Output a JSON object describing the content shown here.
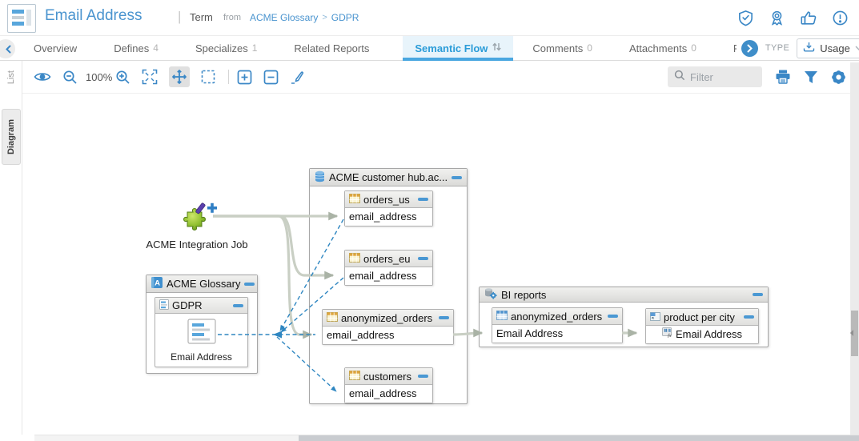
{
  "header": {
    "title": "Email Address",
    "separator": "|",
    "type_label": "Term",
    "from_label": "from",
    "breadcrumb1": "ACME Glossary",
    "breadcrumb_sep": ">",
    "breadcrumb2": "GDPR"
  },
  "tabs": [
    {
      "label": "Overview"
    },
    {
      "label": "Defines",
      "count": "4"
    },
    {
      "label": "Specializes",
      "count": "1"
    },
    {
      "label": "Related Reports"
    },
    {
      "label": "Semantic Flow",
      "active": true
    },
    {
      "label": "Comments",
      "count": "0"
    },
    {
      "label": "Attachments",
      "count": "0"
    },
    {
      "label": "Respons"
    }
  ],
  "type_selector": {
    "label": "TYPE",
    "value": "Usage"
  },
  "toolbar": {
    "zoom_level": "100%",
    "filter_placeholder": "Filter"
  },
  "side_tabs": {
    "list": "List",
    "diagram": "Diagram"
  },
  "diagram": {
    "job": {
      "label": "ACME Integration Job"
    },
    "glossary": {
      "title": "ACME Glossary",
      "gdpr": {
        "title": "GDPR",
        "term": "Email Address"
      }
    },
    "hub": {
      "title": "ACME customer hub.ac...",
      "tables": [
        {
          "name": "orders_us",
          "column": "email_address"
        },
        {
          "name": "orders_eu",
          "column": "email_address"
        },
        {
          "name": "anonymized_orders",
          "column": "email_address"
        },
        {
          "name": "customers",
          "column": "email_address"
        }
      ]
    },
    "bi": {
      "title": "BI reports",
      "tables": [
        {
          "name": "anonymized_orders",
          "column": "Email Address"
        },
        {
          "name": "product per city",
          "column": "Email Address"
        }
      ]
    }
  },
  "icons": {
    "header_right": [
      "shield-check",
      "certification-award",
      "thumbs-up",
      "alert-circle"
    ],
    "toolbar": [
      "eye",
      "zoom-out",
      "zoom-in",
      "fit-screen",
      "pan",
      "marquee-select",
      "expand",
      "collapse",
      "pen",
      "search",
      "printer",
      "funnel",
      "gear"
    ]
  },
  "colors": {
    "accent_blue": "#3a87c6",
    "active_tab": "#2b9cd8",
    "title_blue": "#4a94cf",
    "connector_gray": "#c9cfc4",
    "connector_dashed_blue": "#2e86c1",
    "minus_button": "#4a98d3",
    "table_icon_yellow": "#dda53e",
    "table_icon_blue": "#4f93ce"
  }
}
